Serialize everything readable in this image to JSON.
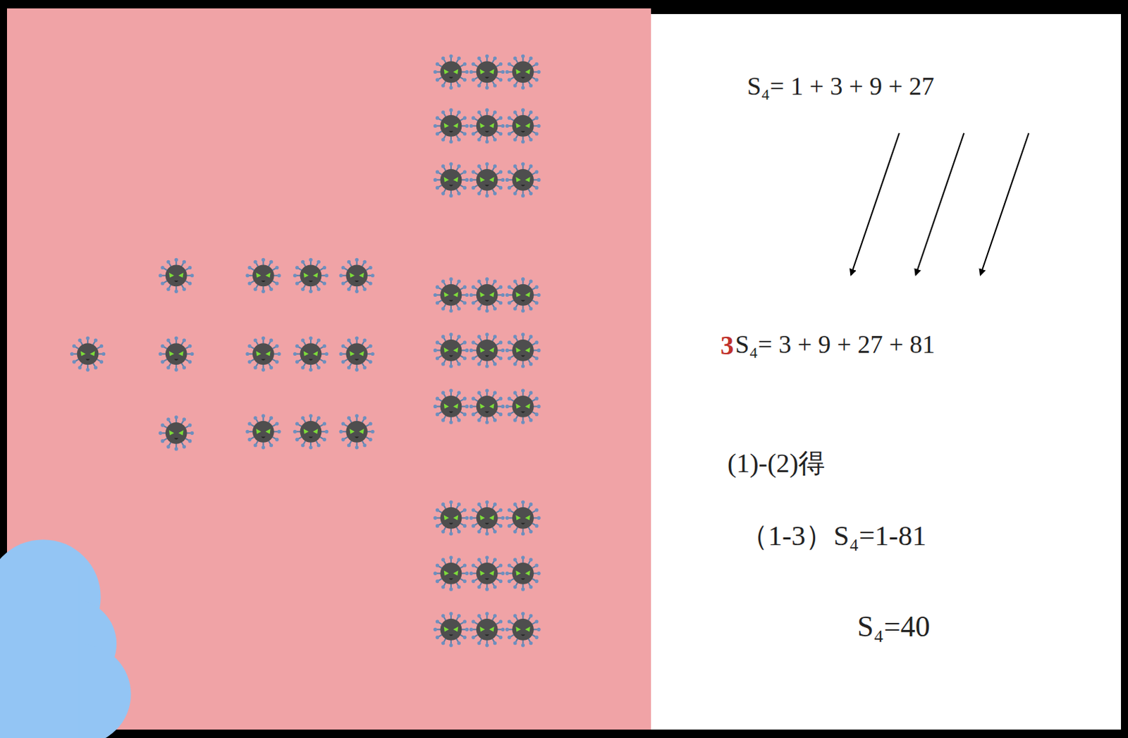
{
  "diagram": {
    "labels": [
      "S₄= 1 + 3 + 9 + 27",
      "3",
      "S₄= 3 + 9 + 27 + 81",
      "(1)-(2)得",
      "（1-3）S₄=1-81",
      "S₄=40"
    ]
  }
}
